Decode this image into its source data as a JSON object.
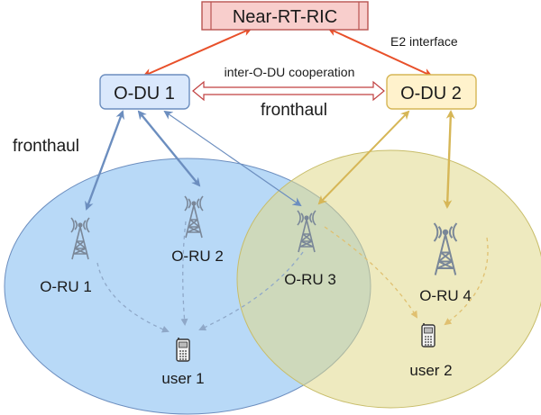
{
  "nodes": {
    "ric": "Near-RT-RIC",
    "odu1": "O-DU 1",
    "odu2": "O-DU 2",
    "oru1": "O-RU 1",
    "oru2": "O-RU 2",
    "oru3": "O-RU 3",
    "oru4": "O-RU 4",
    "user1": "user 1",
    "user2": "user 2"
  },
  "labels": {
    "e2_interface": "E2 interface",
    "inter_odu": "inter-O-DU cooperation",
    "fronthaul_center": "fronthaul",
    "fronthaul_left": "fronthaul"
  },
  "colors": {
    "ric_fill": "#f8cecc",
    "ric_stroke": "#b85450",
    "odu1_fill": "#dae8fc",
    "odu1_stroke": "#6c8ebf",
    "odu2_fill": "#fff2cc",
    "odu2_stroke": "#d6b656",
    "cell_blue": "#7db9f0",
    "cell_yellow": "#e0d88a",
    "e2_arrow": "#e8502a",
    "blue_arrow": "#6c8ebf",
    "gold_arrow": "#d6b656",
    "coop_arrow": "#b85450"
  }
}
